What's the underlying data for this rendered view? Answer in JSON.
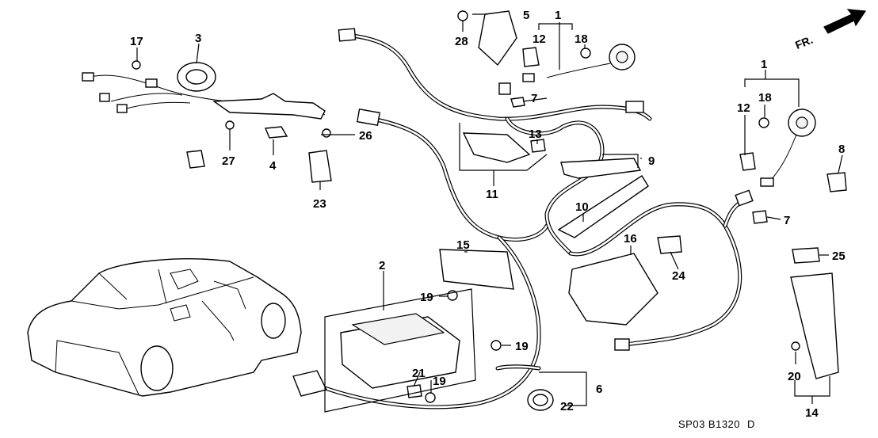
{
  "diagram_code": "SP03 B1320",
  "diagram_code_suffix": "D",
  "front_indicator": "FR.",
  "callouts": {
    "n1a": "1",
    "n1b": "1",
    "n2": "2",
    "n3": "3",
    "n4": "4",
    "n5": "5",
    "n6": "6",
    "n7a": "7",
    "n7b": "7",
    "n8": "8",
    "n9": "9",
    "n10": "10",
    "n11": "11",
    "n12a": "12",
    "n12b": "12",
    "n13": "13",
    "n14": "14",
    "n15": "15",
    "n16": "16",
    "n17": "17",
    "n18a": "18",
    "n18b": "18",
    "n19a": "19",
    "n19b": "19",
    "n19c": "19",
    "n20": "20",
    "n21": "21",
    "n22": "22",
    "n23": "23",
    "n24": "24",
    "n25": "25",
    "n26": "26",
    "n27": "27",
    "n28": "28"
  }
}
